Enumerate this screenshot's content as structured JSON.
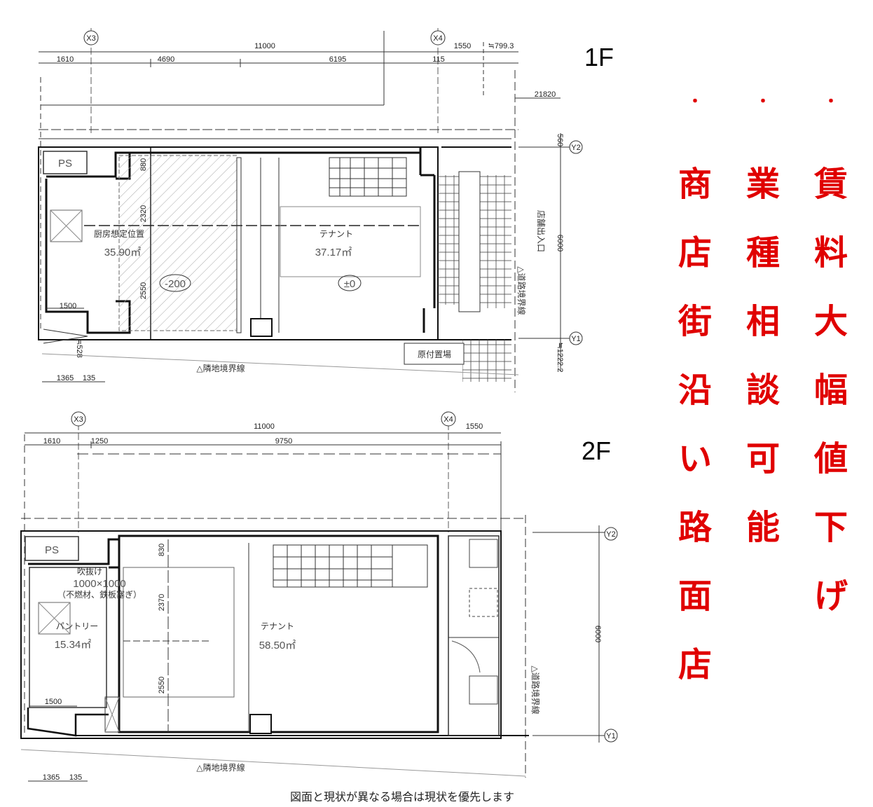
{
  "floor1": {
    "label": "1F",
    "dims": {
      "total": "11000",
      "seg1": "1610",
      "seg2": "4690",
      "seg3": "6195",
      "seg4": "115",
      "ext1": "1550",
      "ext2": "≒799.3",
      "road": "21820",
      "v1": "560",
      "v2": "6000",
      "v3": "≒1222.2",
      "i1": "880",
      "i2": "2320",
      "i3": "2550",
      "b1": "1500",
      "b2": "≒528",
      "bottom1": "1365",
      "bottom2": "135"
    },
    "grids": {
      "x3": "X3",
      "x4": "X4",
      "y2": "Y2",
      "y1": "Y1"
    },
    "ps": "PS",
    "kitchen_label": "厨房想定位置",
    "kitchen_area": "35.90㎡",
    "kitchen_level": "-200",
    "tenant_label": "テナント",
    "tenant_area": "37.17㎡",
    "tenant_level": "±0",
    "entrance": "店舗出入口",
    "road_boundary": "△道路境界線",
    "bicycle": "原付置場",
    "neighbor_boundary": "△隣地境界線"
  },
  "floor2": {
    "label": "2F",
    "dims": {
      "total": "11000",
      "seg1": "1610",
      "seg2": "1250",
      "seg3": "9750",
      "ext1": "1550",
      "i1": "830",
      "i2": "2370",
      "i3": "2550",
      "v1": "6000",
      "b1": "1500",
      "bottom1": "1365",
      "bottom2": "135"
    },
    "grids": {
      "x3": "X3",
      "x4": "X4",
      "y2": "Y2",
      "y1": "Y1"
    },
    "ps": "PS",
    "void_label": "吹抜け",
    "void_size": "1000×1000",
    "void_note": "（不燃材、鉄板塞ぎ）",
    "pantry_label": "パントリー",
    "pantry_area": "15.34㎡",
    "tenant_label": "テナント",
    "tenant_area": "58.50㎡",
    "road_boundary": "△道路境界線",
    "neighbor_boundary": "△隣地境界線"
  },
  "highlights": {
    "color": "#e00000",
    "dot": "・",
    "shop_street": [
      "商",
      "店",
      "街",
      "沿",
      "い",
      "路",
      "面",
      "店"
    ],
    "negotiable": [
      "業",
      "種",
      "相",
      "談",
      "可",
      "能"
    ],
    "rent_down": [
      "賃",
      "料",
      "大",
      "幅",
      "値",
      "下",
      "げ"
    ]
  },
  "note": "図面と現状が異なる場合は現状を優先します"
}
